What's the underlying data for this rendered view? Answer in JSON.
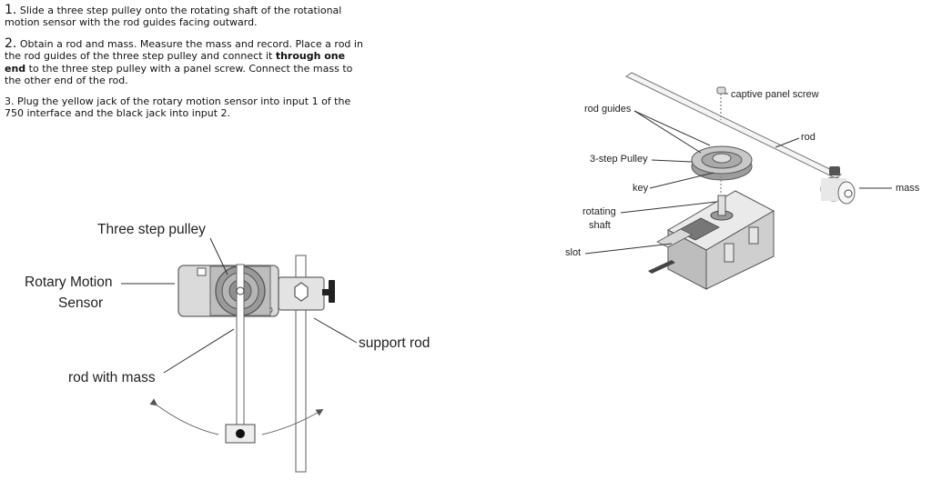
{
  "instructions": {
    "step1": {
      "number": "1.",
      "text": "Slide a three step pulley onto the rotating shaft of the rotational motion sensor with the rod guides facing outward."
    },
    "step2": {
      "number": "2.",
      "text_before": "Obtain a rod and mass.  Measure the mass and record.  Place a rod in the rod guides of the three step pulley and connect it ",
      "bold": "through one end",
      "text_after": " to the three step pulley with a panel screw.  Connect the mass to the other end of the rod."
    },
    "step3": {
      "number": "3.",
      "text": "Plug the yellow jack of the rotary motion sensor into input 1 of the 750 interface and the black jack into input 2."
    }
  },
  "left_figure": {
    "pulley_label": "Three step pulley",
    "sensor_label_line1": "Rotary Motion",
    "sensor_label_line2": "Sensor",
    "support_label": "support rod",
    "rod_label": "rod with mass"
  },
  "right_figure": {
    "screw_label": "captive panel screw",
    "guides_label": "rod guides",
    "rod_label": "rod",
    "pulley_label": "3-step Pulley",
    "key_label": "key",
    "shaft_label_line1": "rotating",
    "shaft_label_line2": "shaft",
    "slot_label": "slot",
    "mass_label": "mass"
  }
}
